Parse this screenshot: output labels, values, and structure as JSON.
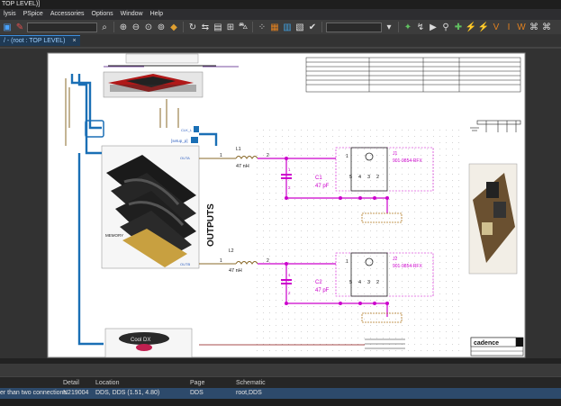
{
  "window": {
    "title": "TOP LEVEL)]"
  },
  "menu": {
    "items": [
      "lysis",
      "PSpice",
      "Accessories",
      "Options",
      "Window",
      "Help"
    ]
  },
  "tab": {
    "label": "/ - (root : TOP LEVEL)",
    "close": "×"
  },
  "schematic": {
    "l1_ref": "L1",
    "l1_value": "47 nH",
    "l2_ref": "L2",
    "l2_value": "47 nH",
    "c1_ref": "C1",
    "c1_value": "47 pF",
    "c2_ref": "C2",
    "c2_value": "47 pF",
    "j1_ref": "J1",
    "j1_part": "901-9854-RFX",
    "j2_ref": "J2",
    "j2_part": "901-9854-RFX",
    "outputs_label": "OUTPUTS",
    "memory_label": "MEMORY",
    "outa_label": "OUTA",
    "outb_label": "OUTB",
    "clk_label": "CLK_L",
    "data_label": "[setup_p]",
    "logo_text": "cadence",
    "brand_label": "Cool DX",
    "pin_1": "1",
    "pin_2": "2",
    "pin_3": "3",
    "pin_4": "4",
    "pin_5": "5"
  },
  "grid": {
    "headers": {
      "detail": "Detail",
      "location": "Location",
      "page": "Page",
      "schematic": "Schematic"
    },
    "rows": [
      {
        "description": "er than two connections",
        "detail": "N219004",
        "location": "DDS, DDS  (1.51, 4.80)",
        "page": "DDS",
        "schematic": "root,DDS"
      }
    ]
  },
  "colors": {
    "accent": "#3d8ede",
    "wire_magenta": "#cc00cc",
    "wire_blue": "#1a6fb5",
    "net_dark": "#8a1010"
  }
}
